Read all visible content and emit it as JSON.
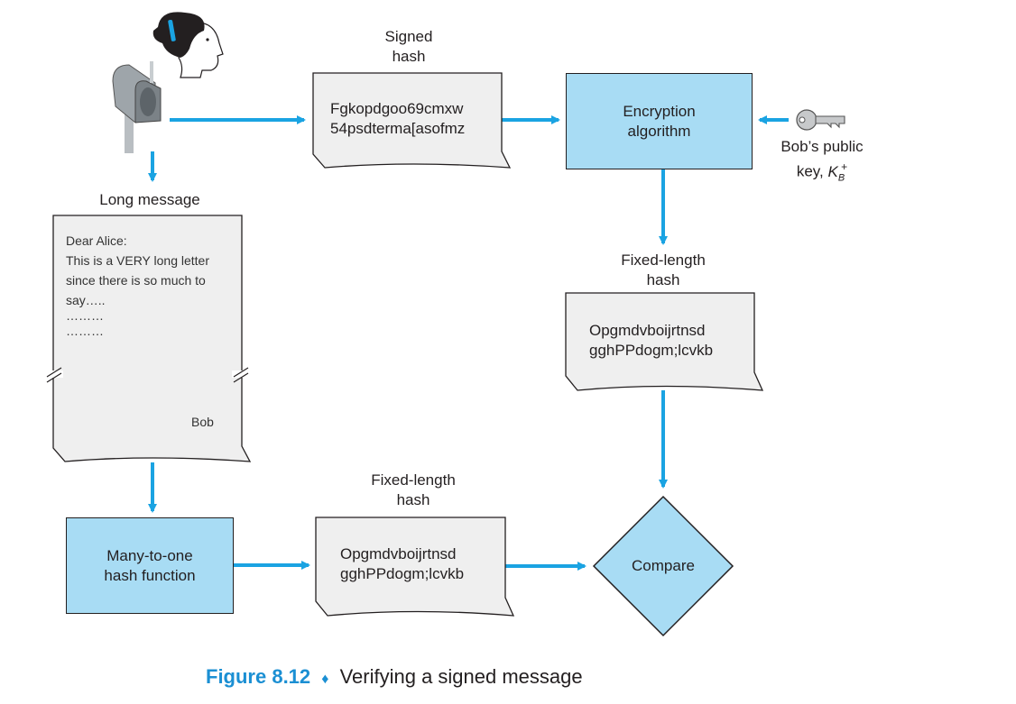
{
  "signed_hash": {
    "label_l1": "Signed",
    "label_l2": "hash",
    "line1": "Fgkopdgoo69cmxw",
    "line2": "54psdterma[asofmz"
  },
  "encryption": {
    "line1": "Encryption",
    "line2": "algorithm"
  },
  "key": {
    "line1": "Bob’s public",
    "line2_prefix": "key, ",
    "symbol": "K",
    "sub": "B",
    "sup": "+"
  },
  "long_message": {
    "label": "Long message",
    "lines": [
      "Dear Alice:",
      "This is a VERY long letter",
      "since there is so much to",
      "say…..",
      "………",
      "………"
    ],
    "signature": "Bob"
  },
  "hash_fn": {
    "line1": "Many-to-one",
    "line2": "hash function"
  },
  "fixed_hash_top": {
    "label_l1": "Fixed-length",
    "label_l2": "hash",
    "line1": "Opgmdvboijrtnsd",
    "line2": "gghPPdogm;lcvkb"
  },
  "fixed_hash_bottom": {
    "label_l1": "Fixed-length",
    "label_l2": "hash",
    "line1": "Opgmdvboijrtnsd",
    "line2": "gghPPdogm;lcvkb"
  },
  "compare": {
    "label": "Compare"
  },
  "caption": {
    "figure": "Figure 8.12",
    "diamond": "♦",
    "title": "Verifying a signed message"
  },
  "colors": {
    "arrow": "#1aa3e2",
    "box_fill": "#a8dcf4",
    "doc_fill": "#efefef"
  }
}
